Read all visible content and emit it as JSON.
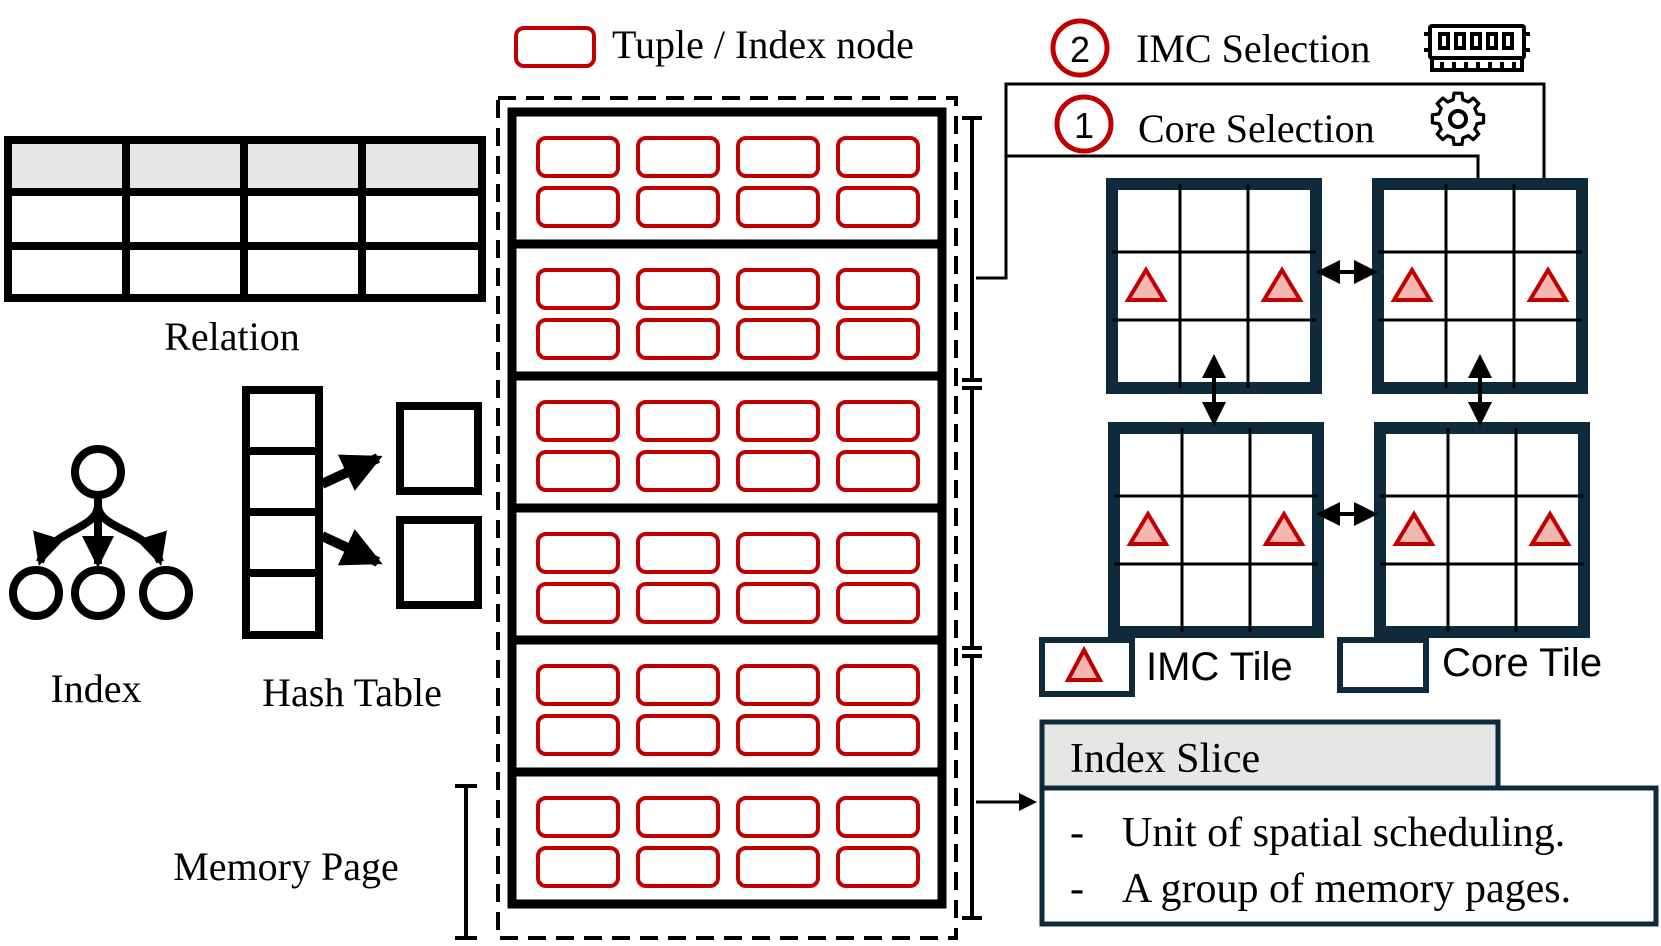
{
  "legend": {
    "tuple_label": "Tuple / Index node",
    "imc_tile_label": "IMC Tile",
    "core_tile_label": "Core Tile"
  },
  "left": {
    "relation_label": "Relation",
    "index_label": "Index",
    "hash_table_label": "Hash Table",
    "memory_page_label": "Memory Page"
  },
  "selection": {
    "imc_step": "2",
    "imc_label": "IMC Selection",
    "core_step": "1",
    "core_label": "Core Selection"
  },
  "index_slice": {
    "title": "Index Slice",
    "bullets": [
      "Unit of spatial scheduling.",
      "A group of memory pages."
    ],
    "bullet_marker": "-"
  },
  "colors": {
    "red": "#c00000",
    "navy": "#0f2a3a",
    "imc_fill": "#f4b6b0",
    "header_gray": "#e6e6e6"
  },
  "icons": [
    "memory-chip-icon",
    "gear-icon",
    "imc-triangle-icon"
  ]
}
